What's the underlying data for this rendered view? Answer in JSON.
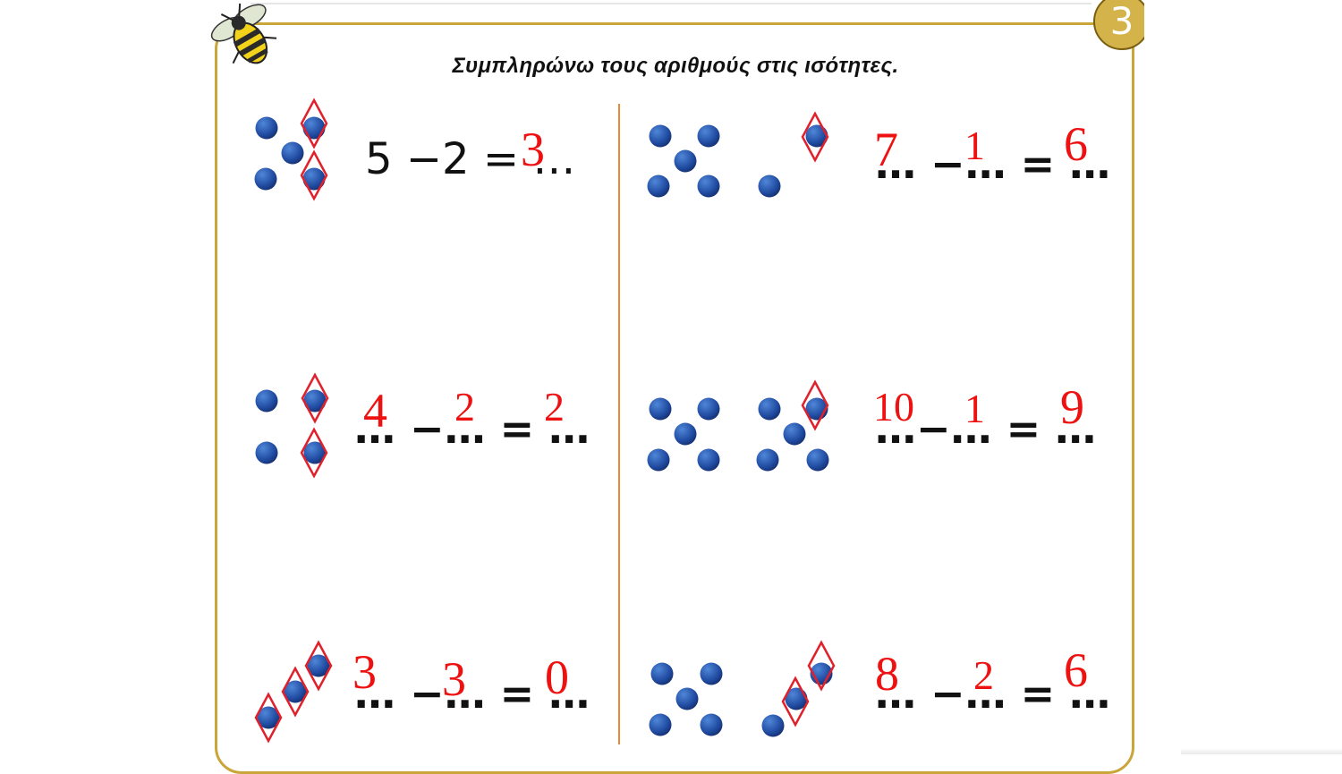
{
  "page_number": "3",
  "instruction": "Συμπληρώνω τους αριθμούς στις ισότητες.",
  "colors": {
    "frame": "#c9a53a",
    "divider": "#e8893a",
    "dot": "#1f4aa0",
    "answer": "#ee1111",
    "badge": "#d4b34a"
  },
  "icons": [
    "bee-icon",
    "dot-icon",
    "diamond-crossout-icon"
  ],
  "equations": [
    {
      "id": "eq1",
      "left": "5",
      "minus": "−",
      "sub": "2",
      "eq": "=",
      "blank": "…",
      "answer": "3"
    },
    {
      "id": "eq2",
      "blank": "…",
      "minus": "−",
      "eq": "=",
      "answers": [
        "7",
        "1",
        "6"
      ]
    },
    {
      "id": "eq3",
      "blank": "…",
      "minus": "−",
      "eq": "=",
      "answers": [
        "4",
        "2",
        "2"
      ]
    },
    {
      "id": "eq4",
      "blank": "…",
      "minus": "−",
      "eq": "=",
      "answers": [
        "10",
        "1",
        "9"
      ]
    },
    {
      "id": "eq5",
      "blank": "…",
      "minus": "−",
      "eq": "=",
      "answers": [
        "3",
        "3",
        "0"
      ]
    },
    {
      "id": "eq6",
      "blank": "…",
      "minus": "−",
      "eq": "=",
      "answers": [
        "8",
        "2",
        "6"
      ]
    }
  ]
}
